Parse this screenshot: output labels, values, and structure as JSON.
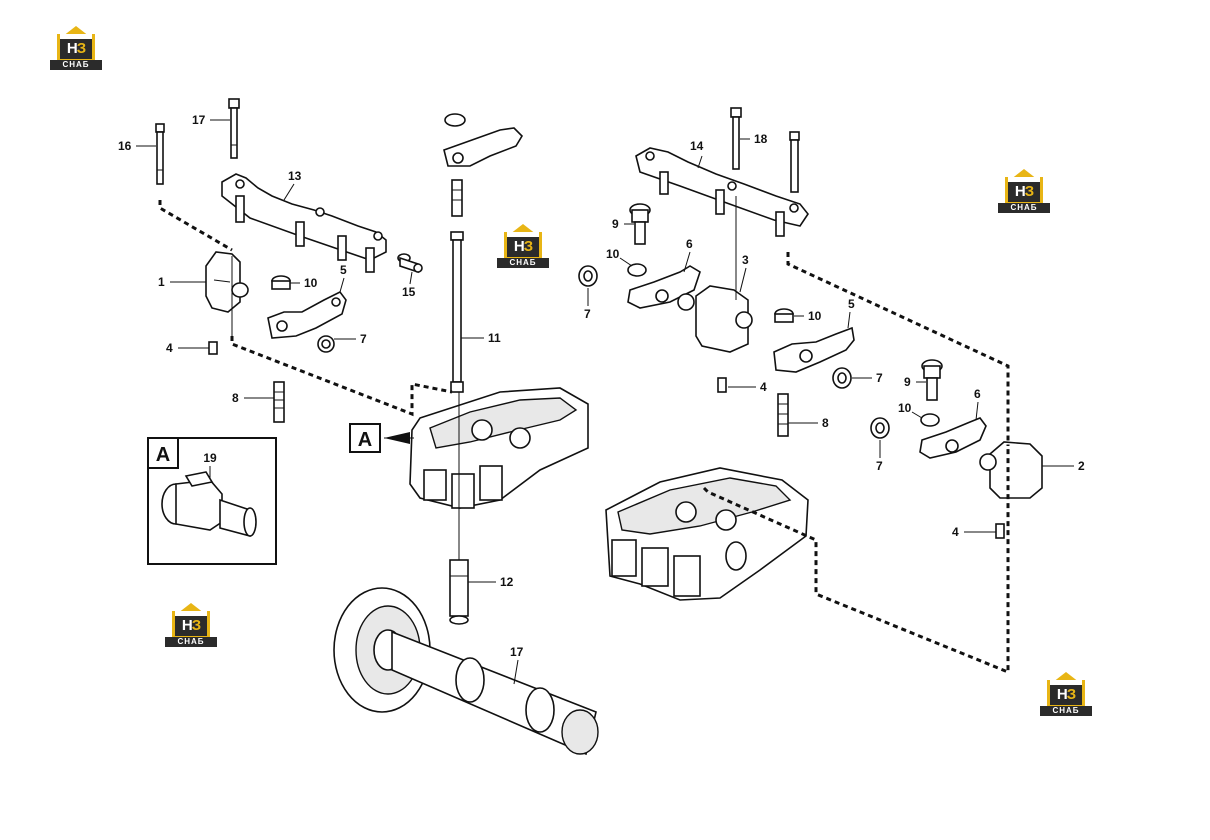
{
  "logos": [
    {
      "mark_h": "Н",
      "mark_b": "З",
      "caption": "СНАБ"
    },
    {
      "mark_h": "Н",
      "mark_b": "З",
      "caption": "СНАБ"
    },
    {
      "mark_h": "Н",
      "mark_b": "З",
      "caption": "СНАБ"
    },
    {
      "mark_h": "Н",
      "mark_b": "З",
      "caption": "СНАБ"
    },
    {
      "mark_h": "Н",
      "mark_b": "З",
      "caption": "СНАБ"
    }
  ],
  "detail": {
    "label": "A",
    "callout": "19"
  },
  "view_marker": "A",
  "callouts": {
    "c16": "16",
    "c17a": "17",
    "c13": "13",
    "c1": "1",
    "c10a": "10",
    "c5a": "5",
    "c15": "15",
    "c7a": "7",
    "c4a": "4",
    "c8a": "8",
    "c11": "11",
    "c12": "12",
    "c17b": "17",
    "c14": "14",
    "c18": "18",
    "c9a": "9",
    "c10b": "10",
    "c6a": "6",
    "c3": "3",
    "c7b": "7",
    "c10c": "10",
    "c5b": "5",
    "c7c": "7",
    "c4b": "4",
    "c8b": "8",
    "c9b": "9",
    "c10d": "10",
    "c6b": "6",
    "c7d": "7",
    "c2": "2",
    "c4c": "4"
  },
  "colors": {
    "logo_accent": "#e8b515",
    "logo_dark": "#2b2b2b"
  }
}
